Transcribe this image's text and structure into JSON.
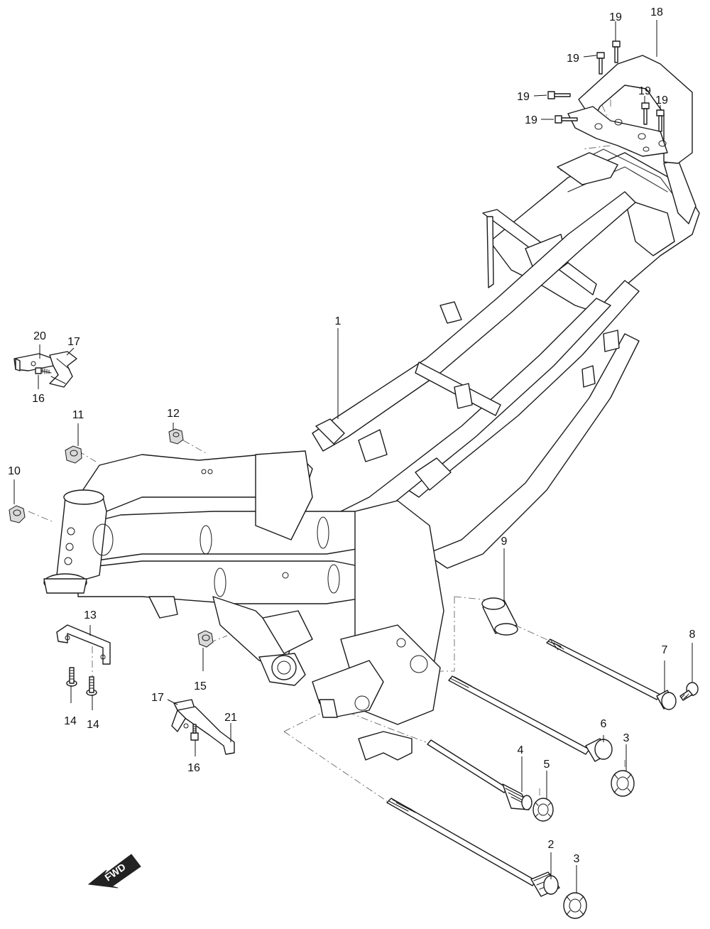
{
  "direction_badge": {
    "label": "FWD"
  },
  "parts": [
    {
      "id": "frame",
      "label": "1"
    },
    {
      "id": "bolt-2",
      "label": "2"
    },
    {
      "id": "nut-3a",
      "label": "3"
    },
    {
      "id": "nut-3b",
      "label": "3"
    },
    {
      "id": "bolt-4",
      "label": "4"
    },
    {
      "id": "nut-5",
      "label": "5"
    },
    {
      "id": "bolt-6",
      "label": "6"
    },
    {
      "id": "bolt-7",
      "label": "7"
    },
    {
      "id": "bolt-8",
      "label": "8"
    },
    {
      "id": "collar-9",
      "label": "9"
    },
    {
      "id": "nut-10",
      "label": "10"
    },
    {
      "id": "nut-11",
      "label": "11"
    },
    {
      "id": "nut-12",
      "label": "12"
    },
    {
      "id": "bracket-13",
      "label": "13"
    },
    {
      "id": "screw-14a",
      "label": "14"
    },
    {
      "id": "screw-14b",
      "label": "14"
    },
    {
      "id": "nut-15",
      "label": "15"
    },
    {
      "id": "bolt-16a",
      "label": "16"
    },
    {
      "id": "bolt-16b",
      "label": "16"
    },
    {
      "id": "clip-17a",
      "label": "17"
    },
    {
      "id": "clip-17b",
      "label": "17"
    },
    {
      "id": "grab-rail-18",
      "label": "18"
    },
    {
      "id": "bolt-19a",
      "label": "19"
    },
    {
      "id": "bolt-19b",
      "label": "19"
    },
    {
      "id": "bolt-19c",
      "label": "19"
    },
    {
      "id": "bolt-19d",
      "label": "19"
    },
    {
      "id": "bolt-19e",
      "label": "19"
    },
    {
      "id": "bolt-19f",
      "label": "19"
    },
    {
      "id": "bracket-20",
      "label": "20"
    },
    {
      "id": "bracket-21",
      "label": "21"
    }
  ]
}
